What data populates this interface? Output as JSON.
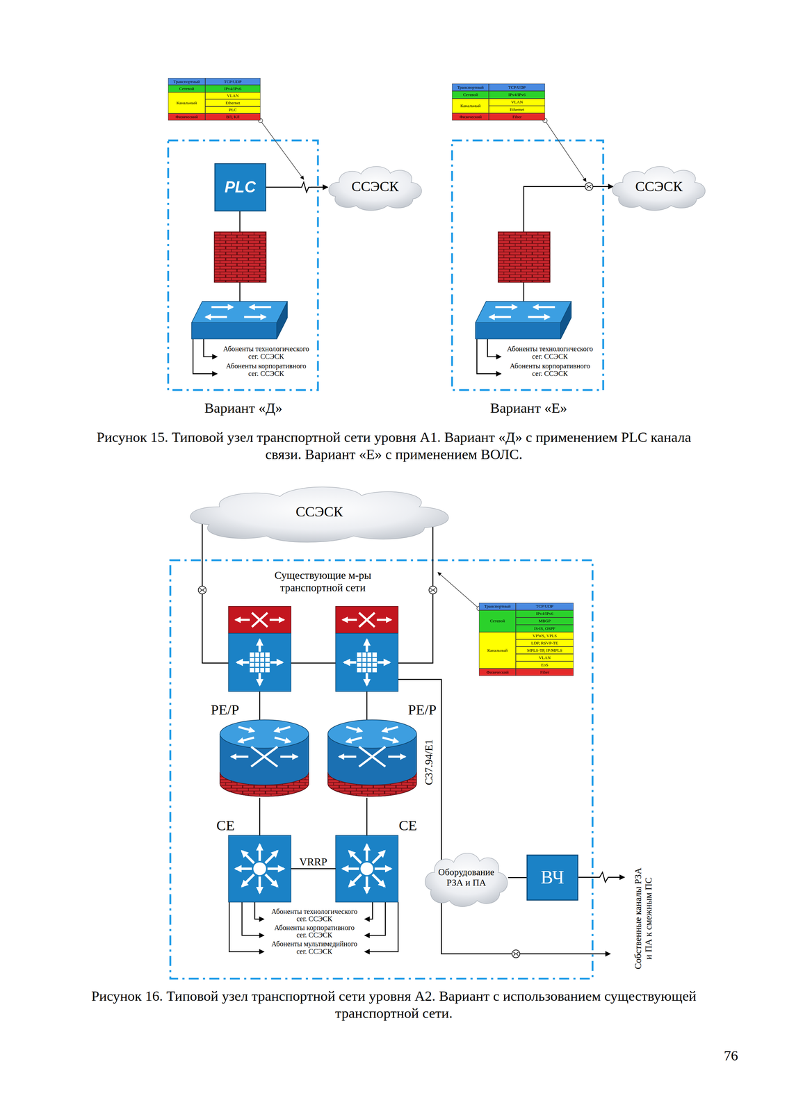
{
  "diagram": {
    "nodes": [
      {
        "text": [
          "PLC"
        ]
      },
      {
        "text": [
          "ССЭСК"
        ]
      },
      {
        "text": [
          "ССЭСК"
        ]
      },
      {
        "text": [
          "ССЭСК"
        ]
      },
      {
        "text": [
          "PE/P"
        ]
      },
      {
        "text": [
          "PE/P"
        ]
      },
      {
        "text": [
          "CE"
        ]
      },
      {
        "text": [
          "CE"
        ]
      },
      {
        "text": [
          "Оборудование РЗА и ПА"
        ]
      },
      {
        "text": [
          "ВЧ"
        ]
      }
    ],
    "edges": [
      {
        "from": 0,
        "to": 1,
        "arrow": "to"
      },
      {
        "from": 4,
        "to": 6,
        "arrow": "none"
      },
      {
        "from": 5,
        "to": 7,
        "arrow": "none"
      },
      {
        "from": 6,
        "to": 7,
        "label": "VRRP",
        "arrow": "none"
      },
      {
        "from": 8,
        "to": 9,
        "arrow": "none"
      }
    ],
    "labels": [
      "Транспортный",
      "TCP/UDP",
      "Сетевой",
      "IPv4/IPv6",
      "Канальный",
      "VLAN",
      "Ethernet",
      "PLC",
      "Физический",
      "ВЛ, КЛ",
      "Транспортный",
      "TCP/UDP",
      "Сетевой",
      "IPv4/IPv6",
      "Канальный",
      "VLAN",
      "Ethernet",
      "Физический",
      "Fiber",
      "Абоненты технологического сег. ССЭСК",
      "Абоненты корпоративного сег. ССЭСК",
      "Абоненты технологического сег. ССЭСК",
      "Абоненты корпоративного сег. ССЭСК",
      "Вариант «Д»",
      "Вариант «Е»",
      "Рисунок 15. Типовой узел транспортной сети уровня А1. Вариант «Д» с применением PLC канала связи. Вариант «Е» с применением ВОЛС.",
      "Существующие м-ры транспортной сети",
      "Транспортный",
      "TCP/UDP",
      "Сетевой",
      "IPv4/IPv6",
      "MBGP",
      "IS-IS, OSPF",
      "Канальный",
      "VPWS, VPLS",
      "LDP, RSVP-TE",
      "MPLS-TP, IP/MPLS",
      "VLAN",
      "EoS",
      "Физический",
      "Fiber",
      "C37.94/E1",
      "Абоненты технологического сег. ССЭСК",
      "Абоненты корпоративного сег. ССЭСК",
      "Абоненты мультимедийного сег. ССЭСК",
      "Собственные каналы РЗА и ПА к смежным ПС",
      "Рисунок 16. Типовой узел транспортной сети уровня А2. Вариант с использованием существующей транспортной сети.",
      "76"
    ]
  }
}
